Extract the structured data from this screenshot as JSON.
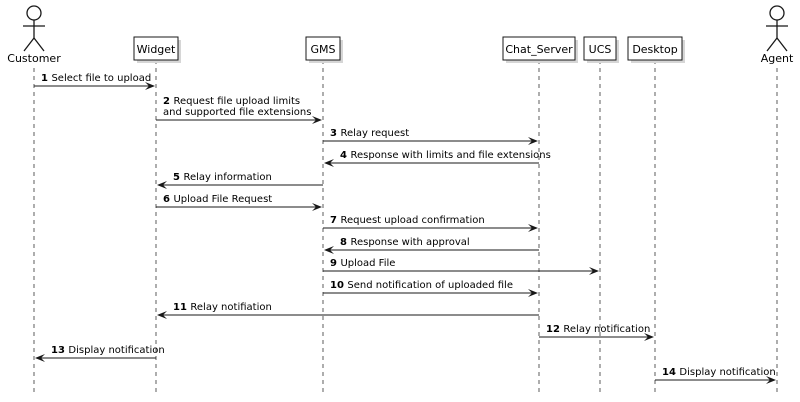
{
  "participants": [
    {
      "id": "customer",
      "label": "Customer",
      "kind": "actor"
    },
    {
      "id": "widget",
      "label": "Widget",
      "kind": "box"
    },
    {
      "id": "gms",
      "label": "GMS",
      "kind": "box"
    },
    {
      "id": "chat_server",
      "label": "Chat_Server",
      "kind": "box"
    },
    {
      "id": "ucs",
      "label": "UCS",
      "kind": "box"
    },
    {
      "id": "desktop",
      "label": "Desktop",
      "kind": "box"
    },
    {
      "id": "agent",
      "label": "Agent",
      "kind": "actor"
    }
  ],
  "messages": [
    {
      "num": "1",
      "from": "customer",
      "to": "widget",
      "lines": [
        "Select file to upload"
      ]
    },
    {
      "num": "2",
      "from": "widget",
      "to": "gms",
      "lines": [
        "Request file upload limits",
        "and supported file extensions"
      ]
    },
    {
      "num": "3",
      "from": "gms",
      "to": "chat_server",
      "lines": [
        "Relay request"
      ]
    },
    {
      "num": "4",
      "from": "chat_server",
      "to": "gms",
      "lines": [
        "Response with limits and file extensions"
      ]
    },
    {
      "num": "5",
      "from": "gms",
      "to": "widget",
      "lines": [
        "Relay information"
      ]
    },
    {
      "num": "6",
      "from": "widget",
      "to": "gms",
      "lines": [
        "Upload File Request"
      ]
    },
    {
      "num": "7",
      "from": "gms",
      "to": "chat_server",
      "lines": [
        "Request upload confirmation"
      ]
    },
    {
      "num": "8",
      "from": "chat_server",
      "to": "gms",
      "lines": [
        "Response with approval"
      ]
    },
    {
      "num": "9",
      "from": "gms",
      "to": "ucs",
      "lines": [
        "Upload File"
      ]
    },
    {
      "num": "10",
      "from": "gms",
      "to": "chat_server",
      "lines": [
        "Send notification of uploaded file"
      ]
    },
    {
      "num": "11",
      "from": "chat_server",
      "to": "widget",
      "lines": [
        "Relay notifiation"
      ]
    },
    {
      "num": "12",
      "from": "chat_server",
      "to": "desktop",
      "lines": [
        "Relay notification"
      ]
    },
    {
      "num": "13",
      "from": "widget",
      "to": "customer",
      "lines": [
        "Display notification"
      ]
    },
    {
      "num": "14",
      "from": "desktop",
      "to": "agent",
      "lines": [
        "Display notification"
      ]
    }
  ]
}
